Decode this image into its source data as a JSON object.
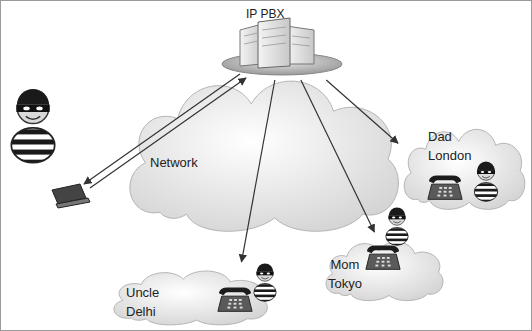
{
  "diagram": {
    "nodes": [
      {
        "text": [
          "IP PBX"
        ]
      },
      {
        "text": [
          "Network"
        ]
      },
      {
        "text": [
          "Uncle Delhi"
        ]
      },
      {
        "text": [
          "Mom Tokyo"
        ]
      },
      {
        "text": [
          "Dad London"
        ]
      }
    ],
    "edges": [
      {
        "from": 0,
        "to": 2,
        "arrow": "to"
      },
      {
        "from": 0,
        "to": 3,
        "arrow": "to"
      },
      {
        "from": 0,
        "to": 4,
        "arrow": "to"
      }
    ]
  }
}
